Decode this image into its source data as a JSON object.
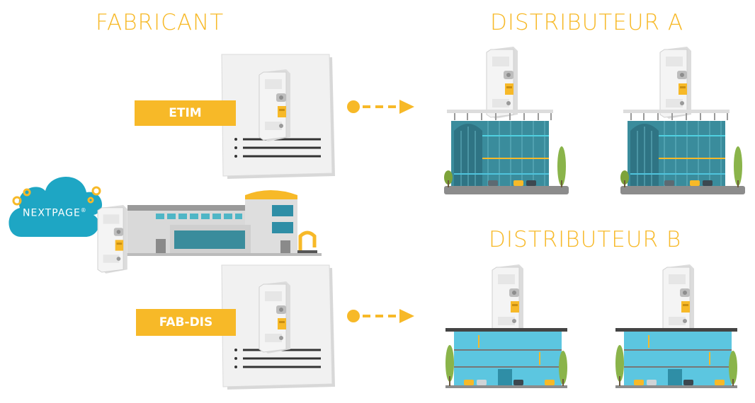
{
  "headings": {
    "manufacturer": "FABRICANT",
    "distributor_a": "DISTRIBUTEUR A",
    "distributor_b": "DISTRIBUTEUR B"
  },
  "tags": {
    "etim": "ETIM",
    "fabdis": "FAB-DIS"
  },
  "cloud": {
    "label": "NEXTPAGE",
    "mark": "®"
  },
  "colors": {
    "accent": "#f7b928",
    "cloud": "#1ea6c4",
    "glass": "#4fc3dc",
    "paper": "#f1f1f1",
    "text_on_accent": "#ffffff"
  }
}
